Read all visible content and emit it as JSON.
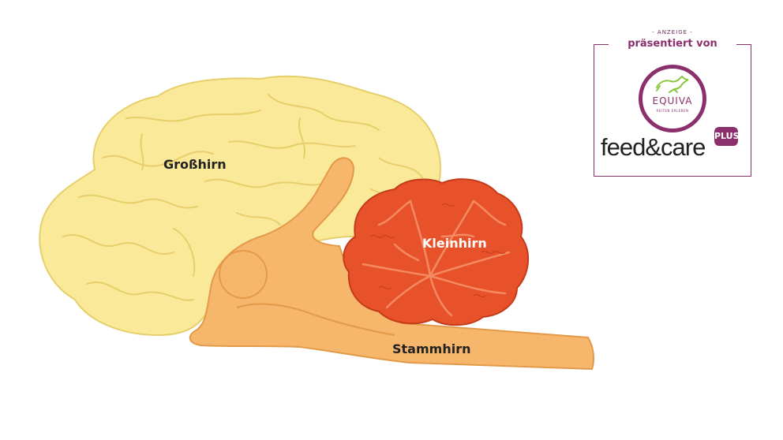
{
  "labels": {
    "grosshirn": "Großhirn",
    "kleinhirn": "Kleinhirn",
    "stammhirn": "Stammhirn"
  },
  "sponsor": {
    "anzeige": "- ANZEIGE -",
    "presented_by": "präsentiert von",
    "equiva": "EQUIVA",
    "equiva_sub": "REITEN ERLEBEN",
    "feedcare": "feed&care",
    "plus": "PLUS"
  },
  "colors": {
    "cerebrum": "#fbe99a",
    "cerebrum_line": "#e6cf6a",
    "brainstem": "#f6b66c",
    "brainstem_line": "#e39a48",
    "cerebellum": "#e8522a",
    "cerebellum_line": "#c33b1a",
    "brand": "#8b2f6d",
    "horse": "#8cc63f"
  }
}
